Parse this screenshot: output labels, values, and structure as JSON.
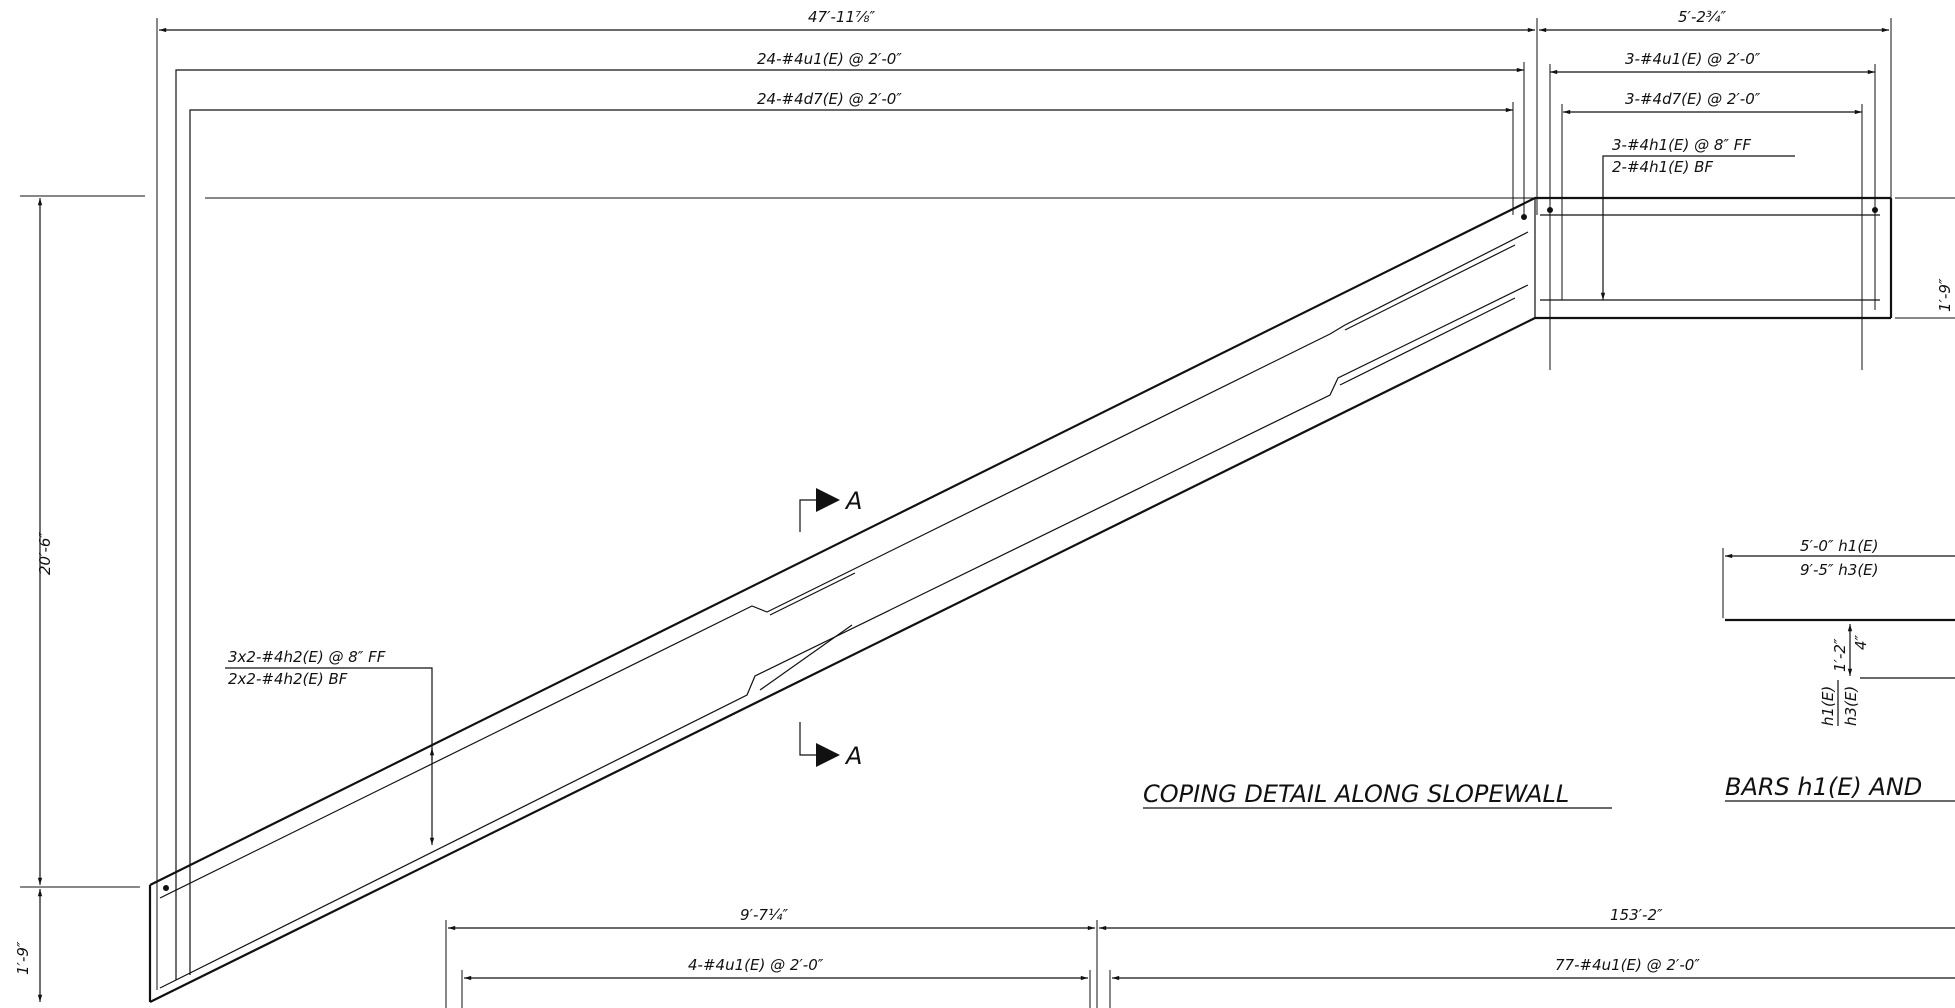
{
  "labels": {
    "top_overall_dim": "47′-11⅞″",
    "top_right_dim": "5′-2¾″",
    "bars_u1_left": "24-#4u1(E) @ 2′-0″",
    "bars_d7_left": "24-#4d7(E) @ 2′-0″",
    "bars_u1_right": "3-#4u1(E) @ 2′-0″",
    "bars_d7_right": "3-#4d7(E) @ 2′-0″",
    "bars_h1_ff": "3-#4h1(E) @ 8″ FF",
    "bars_h1_bf": "2-#4h1(E) BF",
    "right_height_dim": "1′-9″",
    "left_height_dim": "20′-6″",
    "left_bottom_dim": "1′-9″",
    "bars_h2_ff": "3x2-#4h2(E) @ 8″ FF",
    "bars_h2_bf": "2x2-#4h2(E) BF",
    "section_mark_top": "A",
    "section_mark_bottom": "A",
    "coping_title": "COPING DETAIL ALONG SLOPEWALL",
    "bars_title": "BARS h1(E) AND",
    "h1_length": "5′-0″ h1(E)",
    "h3_length": "9′-5″ h3(E)",
    "h_dim_1": "1′-2″",
    "h_dim_2": "4″",
    "h1_label": "h1(E)",
    "h3_label": "h3(E)",
    "bottom_left_dim": "9′-7¼″",
    "bottom_right_dim": "153′-2″",
    "bottom_left_bars": "4-#4u1(E) @ 2′-0″",
    "bottom_right_bars": "77-#4u1(E) @ 2′-0″"
  }
}
